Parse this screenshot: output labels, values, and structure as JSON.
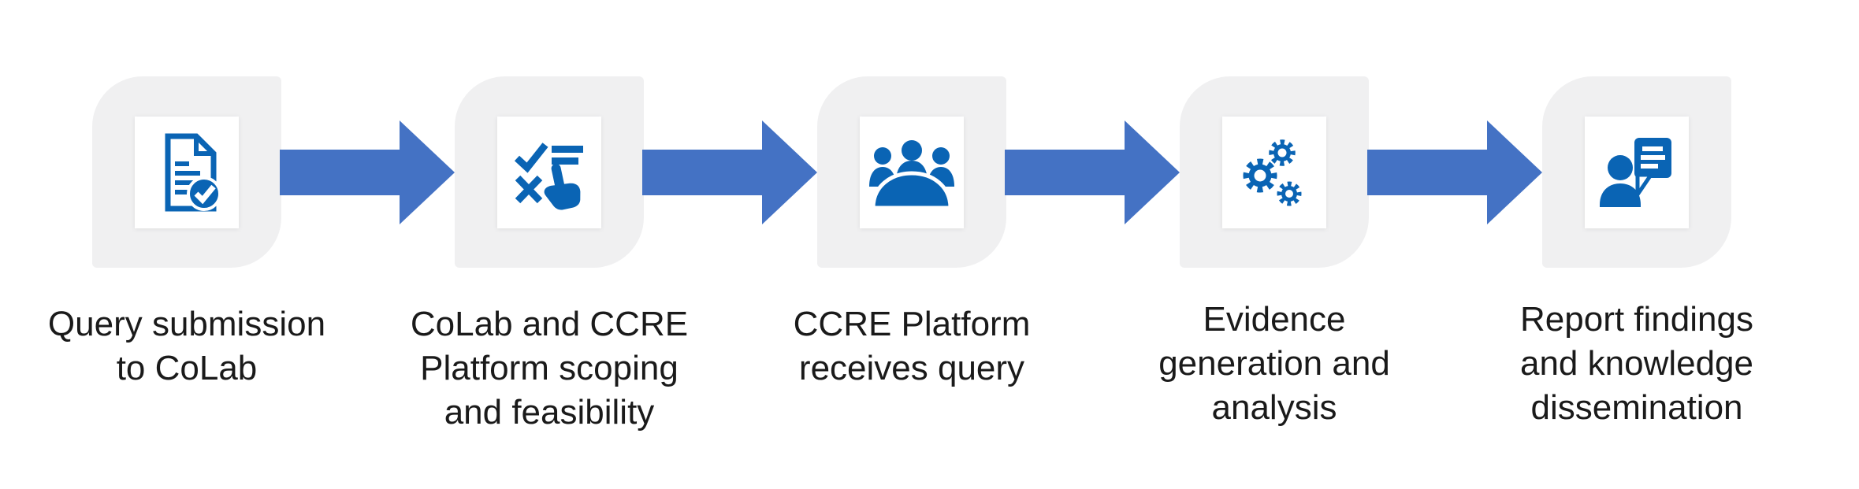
{
  "diagram": {
    "type": "process-flow",
    "background": "#ffffff",
    "colors": {
      "tile_background": "#f0f0f1",
      "icon_tile_background": "#ffffff",
      "icon_blue": "#0a64b4",
      "arrow_blue": "#4472c4",
      "label_text": "#1a1a1a"
    },
    "arrow_count": 4,
    "steps": [
      {
        "index": 1,
        "icon": "document-check-icon",
        "label": "Query submission\nto CoLab"
      },
      {
        "index": 2,
        "icon": "checklist-hand-icon",
        "label": "CoLab and CCRE\nPlatform scoping\nand feasibility"
      },
      {
        "index": 3,
        "icon": "meeting-icon",
        "label": "CCRE Platform\nreceives query"
      },
      {
        "index": 4,
        "icon": "gears-icon",
        "label": "Evidence\ngeneration and\nanalysis"
      },
      {
        "index": 5,
        "icon": "person-speech-bubble-icon",
        "label": "Report findings\nand knowledge\ndissemination"
      }
    ]
  }
}
